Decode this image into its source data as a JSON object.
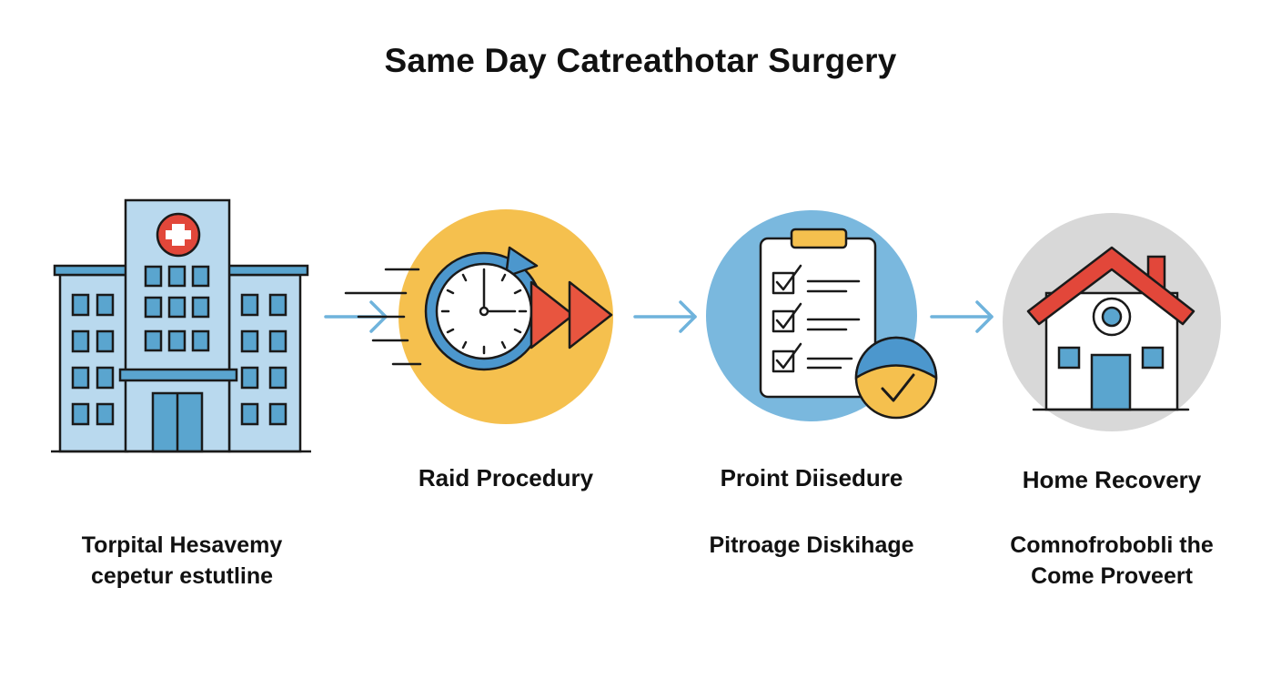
{
  "title": "Same Day Catreathotar Surgery",
  "steps": [
    {
      "icon": "hospital-icon",
      "label": "",
      "description_lines": [
        "Torpital Hesavemy",
        "cepetur estutline"
      ]
    },
    {
      "icon": "fast-clock-icon",
      "label": "Raid Procedury",
      "description_lines": []
    },
    {
      "icon": "checklist-clipboard-icon",
      "label": "Proint Diisedure",
      "description_lines": [
        "Pitroage Diskihage"
      ]
    },
    {
      "icon": "house-icon",
      "label": "Home Recovery",
      "description_lines": [
        "Comnofrobobli the",
        "Come Proveert"
      ]
    }
  ],
  "colors": {
    "hospital_fill": "#b9d9ee",
    "hospital_accent": "#5aa5cf",
    "cross_red": "#e2473a",
    "clock_bg": "#f5c04e",
    "clock_ring": "#4c97cd",
    "play_red": "#e8553f",
    "clipboard_bg": "#7ab8de",
    "clip_yellow": "#f5c04e",
    "house_bg": "#d8d8d8",
    "roof_red": "#e2473a",
    "arrow": "#6fb3dc",
    "outline": "#1a1a1a"
  }
}
